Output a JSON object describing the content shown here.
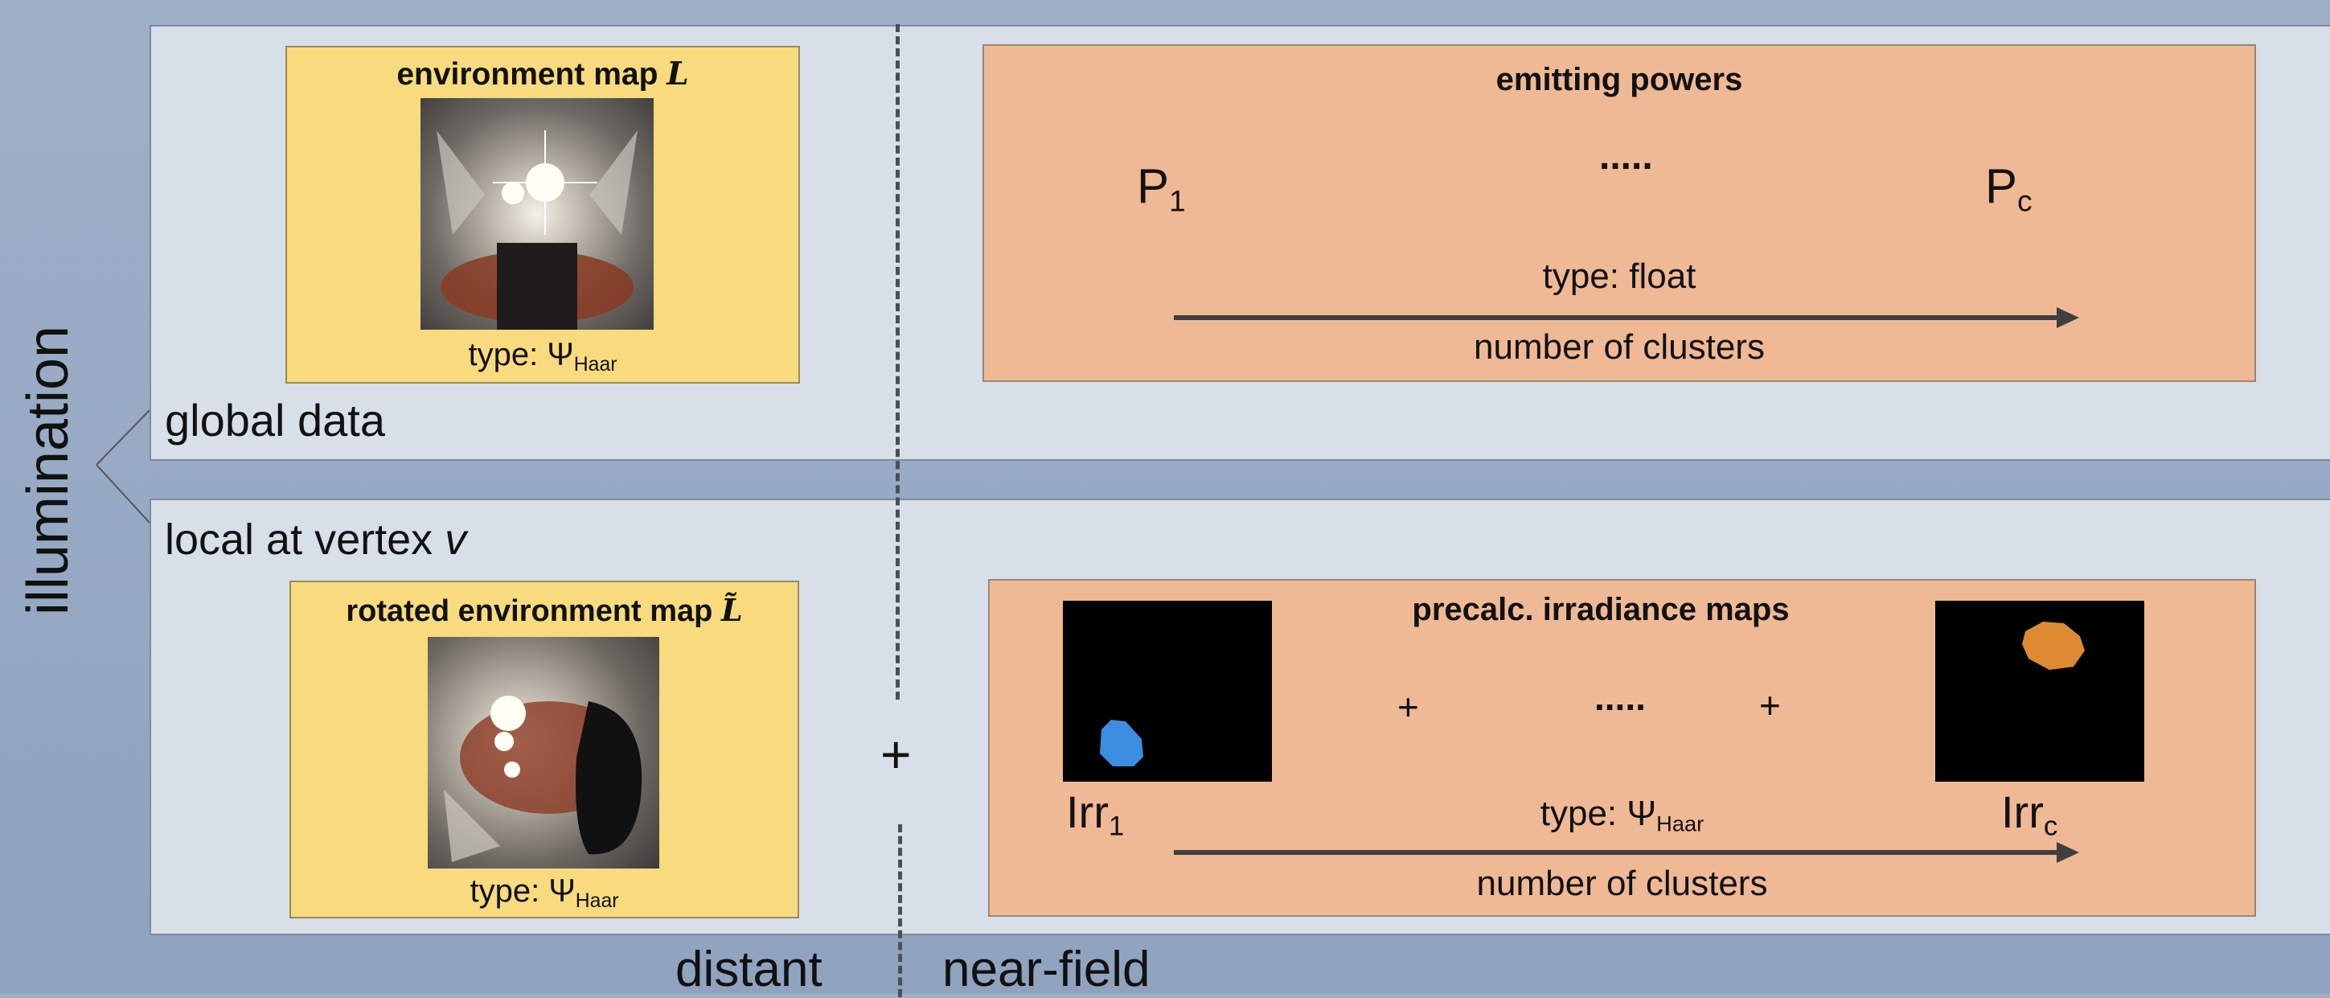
{
  "side_label": "illumination",
  "top_panel": {
    "label": "global data",
    "env_map": {
      "title": "environment map",
      "symbol": "L",
      "type_prefix": "type: ",
      "type_symbol": "Ψ",
      "type_sub": "Haar"
    },
    "powers": {
      "title": "emitting powers",
      "p_first": "P",
      "p_first_sub": "1",
      "dots": ".....",
      "p_last": "P",
      "p_last_sub": "c",
      "type": "type: float",
      "axis": "number of clusters"
    }
  },
  "bottom_panel": {
    "label": "local at vertex ",
    "label_var": "v",
    "rot_env_map": {
      "title": "rotated environment map",
      "symbol": "L̃",
      "type_prefix": "type: ",
      "type_symbol": "Ψ",
      "type_sub": "Haar"
    },
    "irradiance": {
      "title": "precalc. irradiance maps",
      "irr_first": "Irr",
      "irr_first_sub": "1",
      "plus1": "+",
      "dots": ".....",
      "plus2": "+",
      "irr_last": "Irr",
      "irr_last_sub": "c",
      "type_prefix": "type: ",
      "type_symbol": "Ψ",
      "type_sub": "Haar",
      "axis": "number of clusters",
      "blob_first_color": "#3b8de0",
      "blob_last_color": "#dd8a33"
    }
  },
  "plus_sign": "+",
  "axis_labels": {
    "distant": "distant",
    "near_field": "near-field"
  },
  "colors": {
    "panel_bg": "#d7dfe9",
    "yellow_box": "#f7db7e",
    "orange_box": "#efb996",
    "page_bg": "#9fb0c8"
  }
}
